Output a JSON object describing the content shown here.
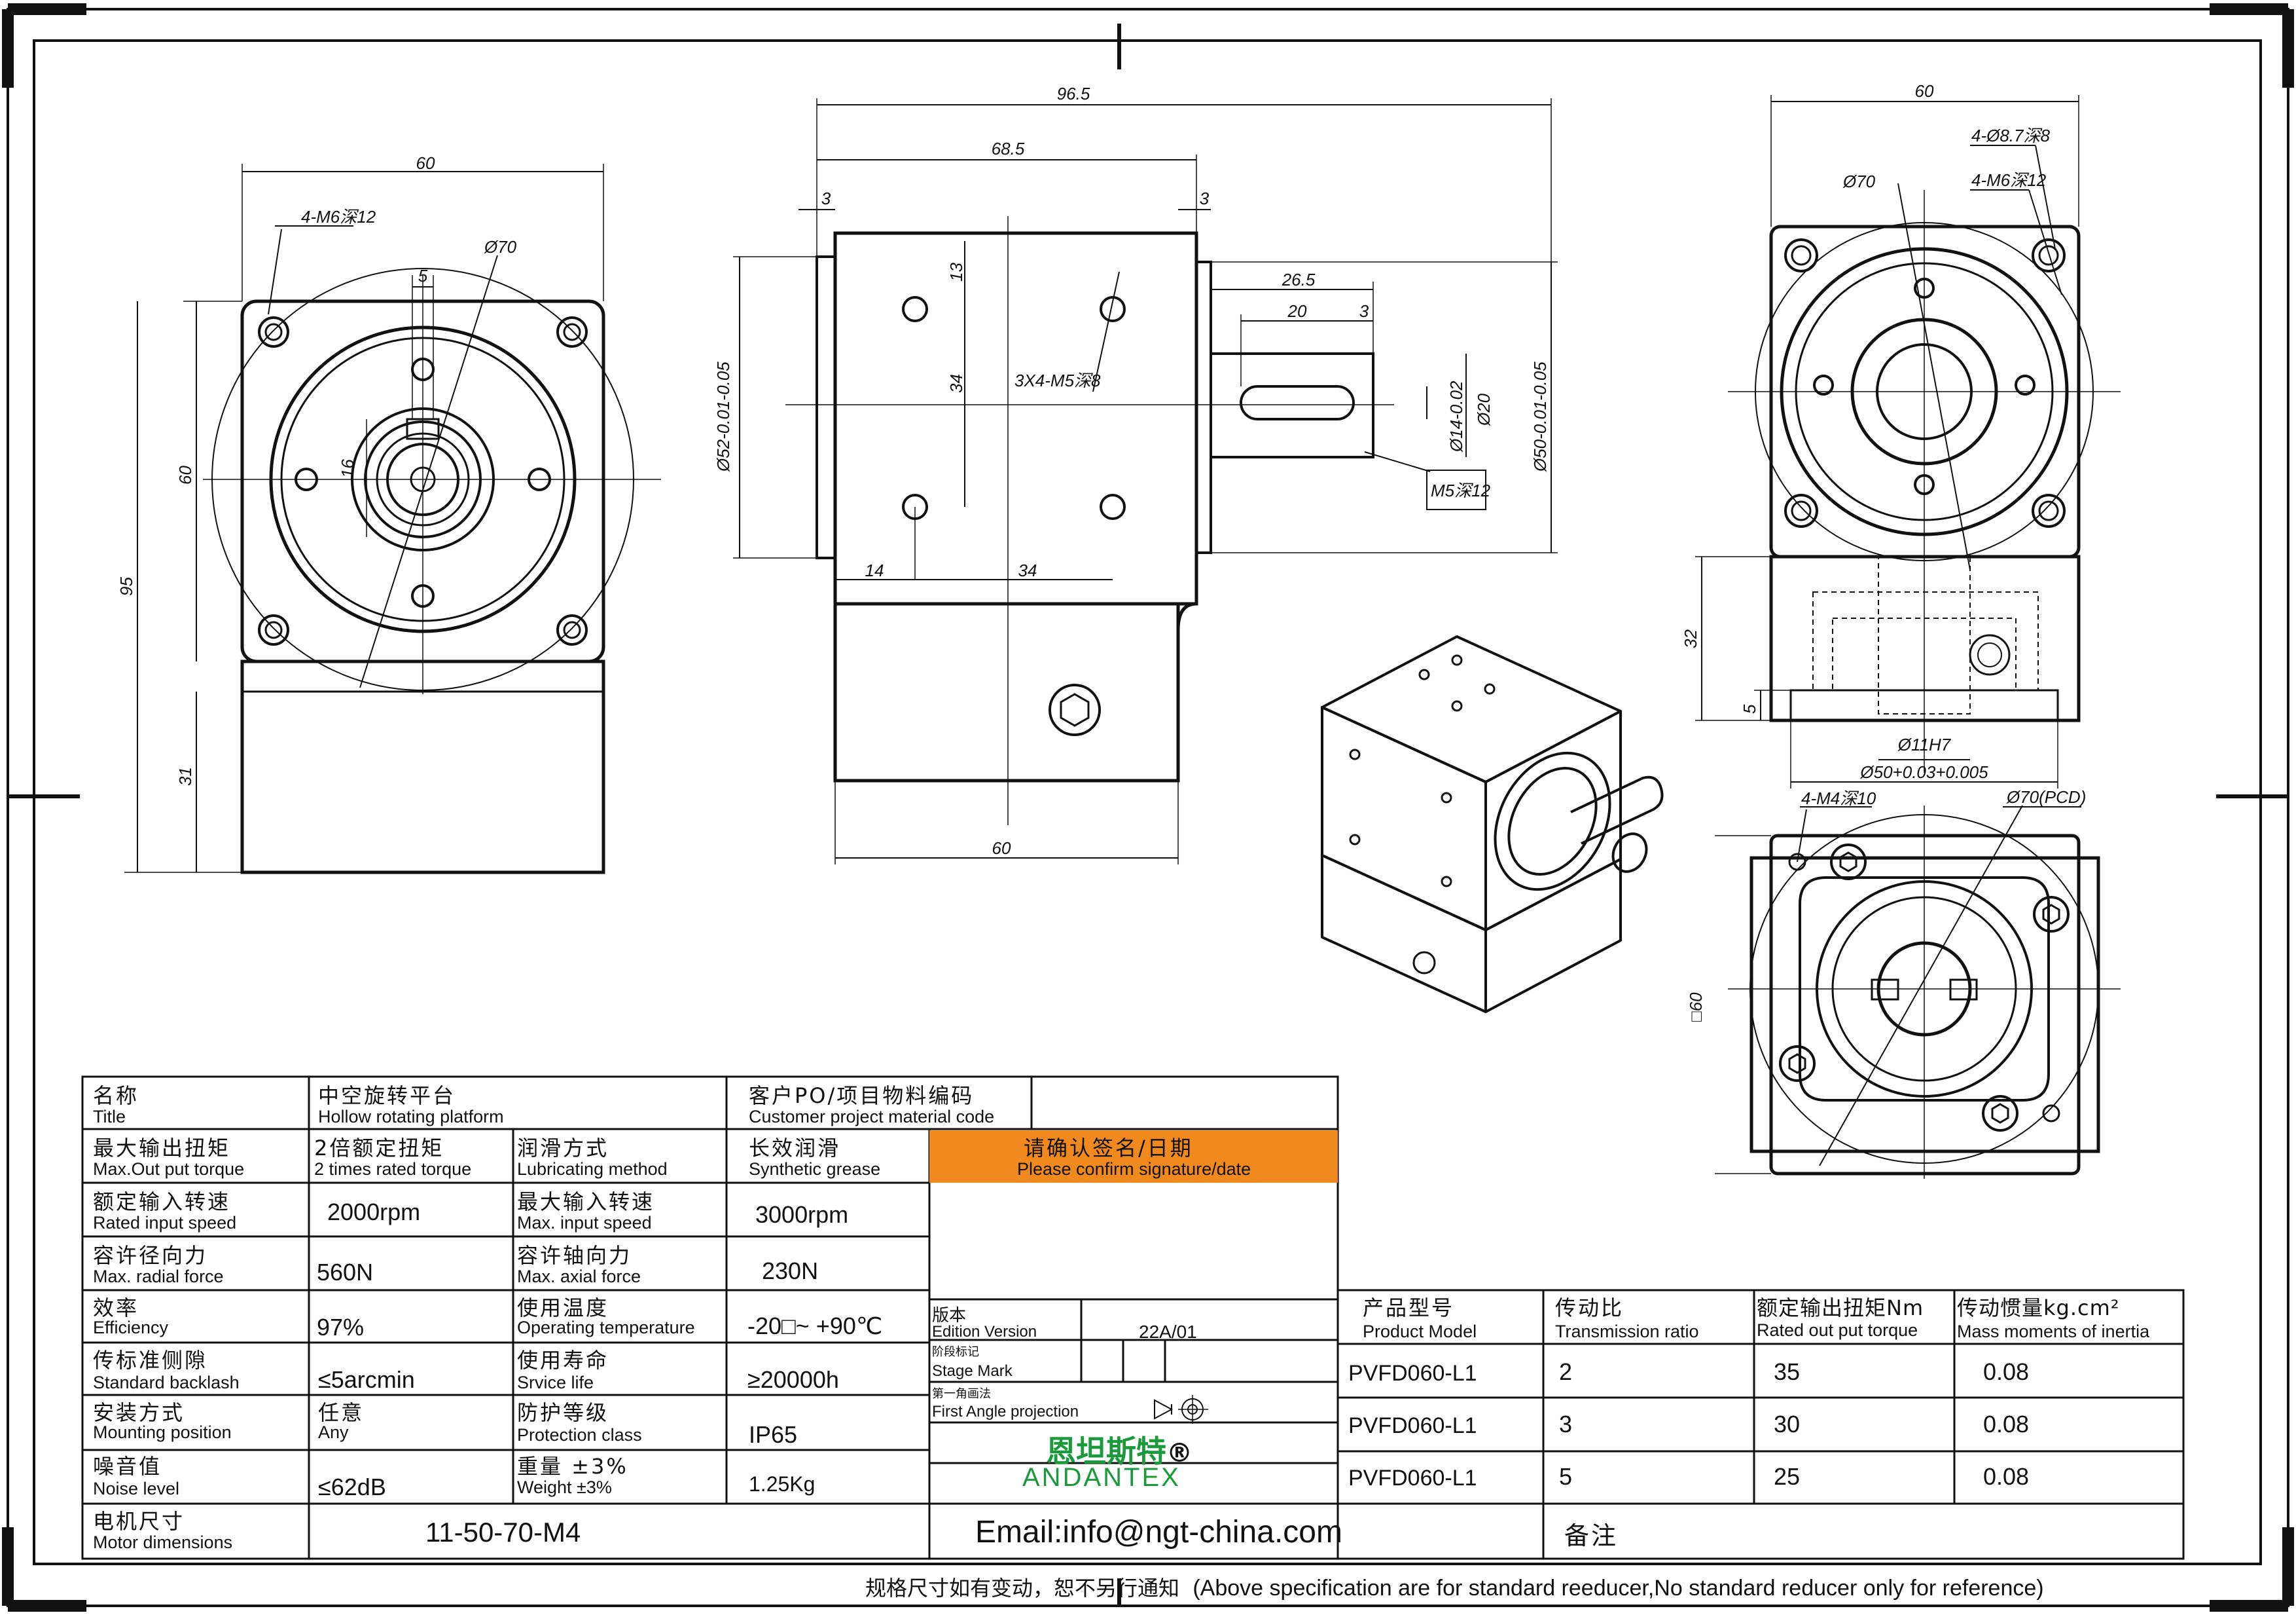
{
  "front_view": {
    "dims": {
      "width_top": "60",
      "hole_label": "4-M6深12",
      "dia": "Ø70",
      "key": "5",
      "bore": "16",
      "height_left": "60",
      "total": "95",
      "base": "31"
    }
  },
  "side_view": {
    "dims": {
      "overall": "96.5",
      "body": "68.5",
      "left_gap": "3",
      "right_gap": "3",
      "shaft_len": "26.5",
      "key_len": "20",
      "key_gap": "3",
      "v13": "13",
      "v34": "34",
      "holes": "3X4-M5深8",
      "dia52": "Ø52-0.01-0.05",
      "dia14": "Ø14-0.02",
      "dia20": "Ø20",
      "dia50": "Ø50-0.01-0.05",
      "m5": "M5深12",
      "h14": "14",
      "h34": "34",
      "bottom60": "60"
    }
  },
  "top_view": {
    "dims": {
      "width": "60",
      "holes_top": "4-Ø8.7深8",
      "holes2": "4-M6深12",
      "dia70": "Ø70",
      "h32": "32",
      "h5": "5",
      "dia11": "Ø11H7",
      "dia50": "Ø50+0.03+0.005"
    }
  },
  "bottom_view": {
    "dims": {
      "holes": "4-M4深10",
      "pcd": "Ø70(PCD)",
      "square": "□60"
    }
  },
  "spec_table": {
    "title": {
      "zh": "名称",
      "en": "Title",
      "value_zh": "中空旋转平台",
      "value_en": "Hollow rotating platform"
    },
    "customer": {
      "zh": "客户PO/项目物料编码",
      "en": "Customer project material code"
    },
    "max_torque": {
      "zh": "最大输出扭矩",
      "en": "Max.Out put torque",
      "value_zh": "2倍额定扭矩",
      "value_en": "2 times rated torque"
    },
    "lubrication": {
      "zh": "润滑方式",
      "en": "Lubricating method",
      "value_zh": "长效润滑",
      "value_en": "Synthetic grease"
    },
    "confirm": {
      "zh": "请确认签名/日期",
      "en": "Please confirm signature/date"
    },
    "rated_speed": {
      "zh": "额定输入转速",
      "en": "Rated input speed",
      "value": "2000rpm"
    },
    "max_speed": {
      "zh": "最大输入转速",
      "en": "Max. input speed",
      "value": "3000rpm"
    },
    "radial": {
      "zh": "容许径向力",
      "en": "Max. radial force",
      "value": "560N"
    },
    "axial": {
      "zh": "容许轴向力",
      "en": "Max. axial force",
      "value": "230N"
    },
    "efficiency": {
      "zh": "效率",
      "en": "Efficiency",
      "value": "97%"
    },
    "temperature": {
      "zh": "使用温度",
      "en": "Operating temperature",
      "value": "-20□~ +90℃"
    },
    "backlash": {
      "zh": "传标准侧隙",
      "en": "Standard backlash",
      "value": "≤5arcmin"
    },
    "life": {
      "zh": "使用寿命",
      "en": "Srvice life",
      "value": "≥20000h"
    },
    "mounting": {
      "zh": "安装方式",
      "en": "Mounting position",
      "value_zh": "任意",
      "value_en": "Any"
    },
    "protection": {
      "zh": "防护等级",
      "en": "Protection class",
      "value": "IP65"
    },
    "noise": {
      "zh": "噪音值",
      "en": "Noise level",
      "value": "≤62dB"
    },
    "weight": {
      "zh": "重量 ±3%",
      "en": "Weight ±3%",
      "value": "1.25Kg"
    },
    "motor": {
      "zh": "电机尺寸",
      "en": "Motor dimensions",
      "value": "11-50-70-M4"
    },
    "edition": {
      "zh": "版本",
      "en": "Edition Version",
      "value": "22A/01"
    },
    "stage": {
      "zh": "阶段标记",
      "en": "Stage Mark"
    },
    "projection": {
      "zh": "第一角画法",
      "en": "First Angle projection"
    },
    "brand_zh": "恩坦斯特",
    "brand_reg": "®",
    "brand_en": "ANDANTEX",
    "email": "Email:info@ngt-china.com",
    "remark_zh": "备注"
  },
  "model_table": {
    "headers": [
      {
        "zh": "产品型号",
        "en": "Product Model"
      },
      {
        "zh": "传动比",
        "en": "Transmission ratio"
      },
      {
        "zh": "额定输出扭矩Nm",
        "en": "Rated out put torque"
      },
      {
        "zh": "传动惯量kg.cm²",
        "en": "Mass moments of inertia"
      }
    ],
    "rows": [
      {
        "model": "PVFD060-L1",
        "ratio": "2",
        "torque": "35",
        "inertia": "0.08"
      },
      {
        "model": "PVFD060-L1",
        "ratio": "3",
        "torque": "30",
        "inertia": "0.08"
      },
      {
        "model": "PVFD060-L1",
        "ratio": "5",
        "torque": "25",
        "inertia": "0.08"
      }
    ]
  },
  "footer": {
    "zh": "规格尺寸如有变动，恕不另行通知",
    "en": "(Above specification are for standard reeducer,No standard reducer only for reference)"
  }
}
